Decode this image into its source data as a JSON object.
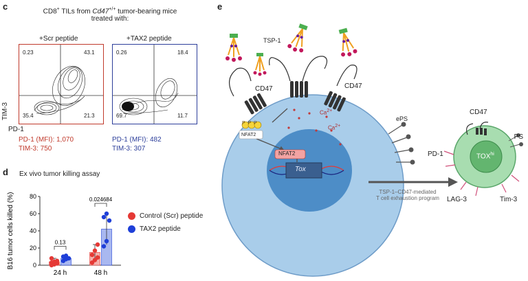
{
  "panel_c": {
    "letter": "c",
    "title_line1_pre": "CD8",
    "title_line1_sup1": "+",
    "title_line1_mid": " TILs from ",
    "title_line1_gene": "Cd47",
    "title_line1_sup2": "+/+",
    "title_line1_post": " tumor-bearing mice",
    "title_line2": "treated with:",
    "y_axis": "TIM-3",
    "x_axis": "PD-1",
    "scr": {
      "header": "+Scr peptide",
      "q_ul": "0.23",
      "q_ur": "43.1",
      "q_ll": "35.4",
      "q_lr": "21.3",
      "mfi_pd1": "PD-1 (MFI): 1,070",
      "mfi_tim3": "TIM-3: 750",
      "color": "#c0392b"
    },
    "tax2": {
      "header": "+TAX2 peptide",
      "q_ul": "0.26",
      "q_ur": "18.4",
      "q_ll": "69.7",
      "q_lr": "11.7",
      "mfi_pd1": "PD-1 (MFI): 482",
      "mfi_tim3": "TIM-3: 307",
      "color": "#2c3e9a"
    }
  },
  "panel_d": {
    "letter": "d",
    "title": "Ex vivo tumor killing assay",
    "legend": [
      {
        "label": "Control (Scr) peptide",
        "color": "#e53935"
      },
      {
        "label": "TAX2 peptide",
        "color": "#1e3fd8"
      }
    ]
  },
  "chart_data": {
    "type": "bar",
    "title": "Ex vivo tumor killing assay",
    "ylabel": "B16 tumor cells killed (%)",
    "xlabel": "",
    "ylim": [
      0,
      80
    ],
    "yticks": [
      0,
      20,
      40,
      60,
      80
    ],
    "categories": [
      "24 h",
      "48 h"
    ],
    "series": [
      {
        "name": "Control (Scr) peptide",
        "color": "#e53935",
        "values": [
          4,
          15
        ],
        "errors": [
          4,
          9
        ],
        "points": [
          [
            0,
            1,
            2,
            3,
            4,
            5,
            8
          ],
          [
            3,
            6,
            9,
            12,
            17,
            24
          ]
        ]
      },
      {
        "name": "TAX2 peptide",
        "color": "#1e3fd8",
        "values": [
          8,
          42
        ],
        "errors": [
          3,
          18
        ],
        "points": [
          [
            5,
            7,
            8,
            10,
            11
          ],
          [
            22,
            28,
            52,
            56,
            60
          ]
        ]
      }
    ],
    "significance": [
      {
        "category": "24 h",
        "label": "0.13"
      },
      {
        "category": "48 h",
        "label": "0.024684"
      }
    ]
  },
  "panel_e": {
    "letter": "e",
    "tsp1": "TSP-1",
    "cd47_left": "CD47",
    "cd47_right": "CD47",
    "nfat2_cyto": "NFAT2",
    "nfat2_nuc": "NFAT2",
    "ppp": "P P P",
    "tox": "Tox",
    "ca": "Ca",
    "ca_sup": "2+",
    "eps": "ePS",
    "arrow_line1": "TSP-1–CD47-mediated",
    "arrow_line2": "T cell exhaustion program",
    "ex_cd47": "CD47",
    "ex_ps": "PS",
    "ex_pd1": "PD-1",
    "ex_lag3": "LAG-3",
    "ex_tim3": "Tim-3",
    "ex_tox": "TOX",
    "ex_tox_sup": "hi",
    "colors": {
      "cell": "#9cc4e6",
      "nucleus": "#4a8ac4",
      "exhausted": "#8fd08a"
    }
  }
}
